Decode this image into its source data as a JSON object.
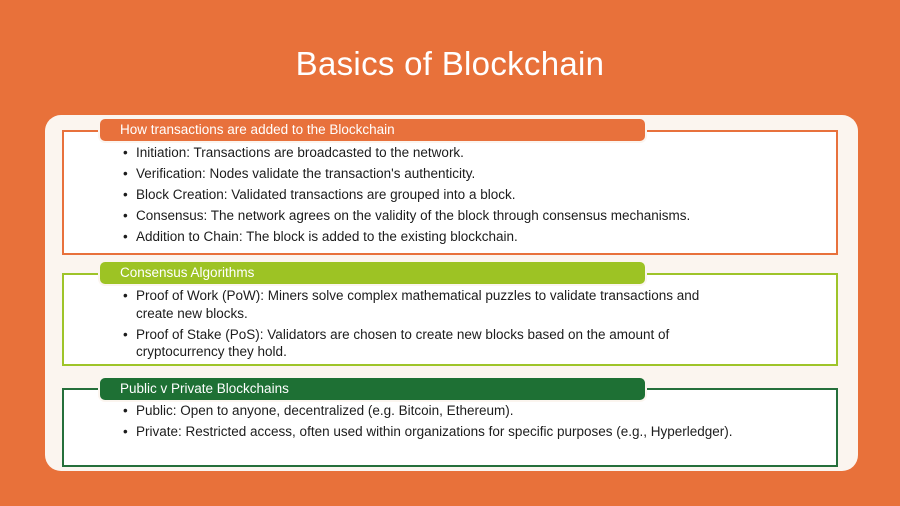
{
  "slide": {
    "title": "Basics of Blockchain"
  },
  "colors": {
    "background": "#E8713A",
    "card_background": "#FBF5EF",
    "panel_background": "#FFFFFF",
    "orange_accent": "#E8713C",
    "lime_accent": "#9DC324",
    "dark_green_accent": "#1E7034",
    "header_text": "#FFFFFF",
    "body_text": "#1C1C1C"
  },
  "sections": [
    {
      "header": "How transactions are added to the Blockchain",
      "accent": "#E8713C",
      "bullets": [
        [
          "Initiation: Transactions are broadcasted to the network."
        ],
        [
          "Verification: Nodes validate the transaction's authenticity."
        ],
        [
          "Block Creation: Validated transactions are grouped into a block."
        ],
        [
          "Consensus: The network agrees on the validity of the block through consensus mechanisms."
        ],
        [
          "Addition to Chain: The block is added to the existing blockchain."
        ]
      ]
    },
    {
      "header": "Consensus Algorithms",
      "accent": "#9DC324",
      "bullets": [
        [
          "Proof of Work (PoW): Miners solve complex mathematical puzzles to validate transactions and",
          "create new blocks."
        ],
        [
          "Proof of Stake (PoS): Validators are chosen to create new blocks based on the amount of",
          "cryptocurrency they hold."
        ]
      ]
    },
    {
      "header": "Public v Private Blockchains",
      "accent": "#1E7034",
      "bullets": [
        [
          "Public: Open to anyone, decentralized (e.g. Bitcoin, Ethereum)."
        ],
        [
          "Private: Restricted access, often used within organizations for specific purposes (e.g., Hyperledger)."
        ]
      ]
    }
  ]
}
